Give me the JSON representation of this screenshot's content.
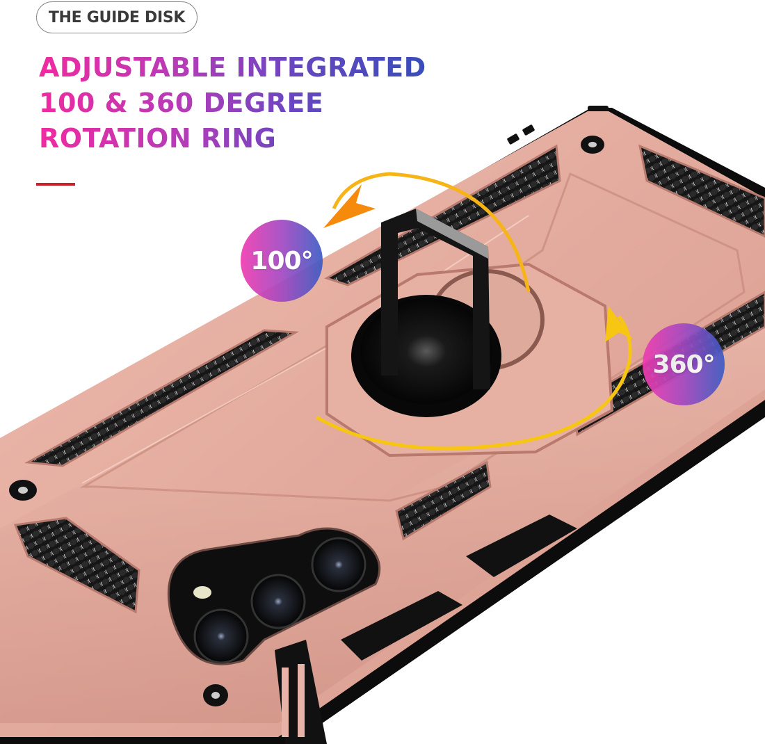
{
  "label_pill": {
    "text": "THE GUIDE DISK"
  },
  "headline": {
    "lines": [
      "ADJUSTABLE INTEGRATED",
      "100 & 360 DEGREE",
      "ROTATION RING"
    ],
    "gradient_colors": [
      "#f02aa0",
      "#b43cb8",
      "#6a46c0",
      "#2d4fb8"
    ]
  },
  "accent_rule_color": "#c8202a",
  "badges": {
    "tilt": {
      "text": "100°"
    },
    "rotation": {
      "text": "360°"
    }
  },
  "product": {
    "name": "rugged phone case with rotating ring kickstand",
    "case_color": "#e4aea2",
    "case_shadow": "#c7897c",
    "grip_color": "#1c1c1c",
    "ring_color": "#141414",
    "arrow_colors": {
      "tilt": "#f58a0c",
      "rotation": "#f7c612"
    }
  }
}
